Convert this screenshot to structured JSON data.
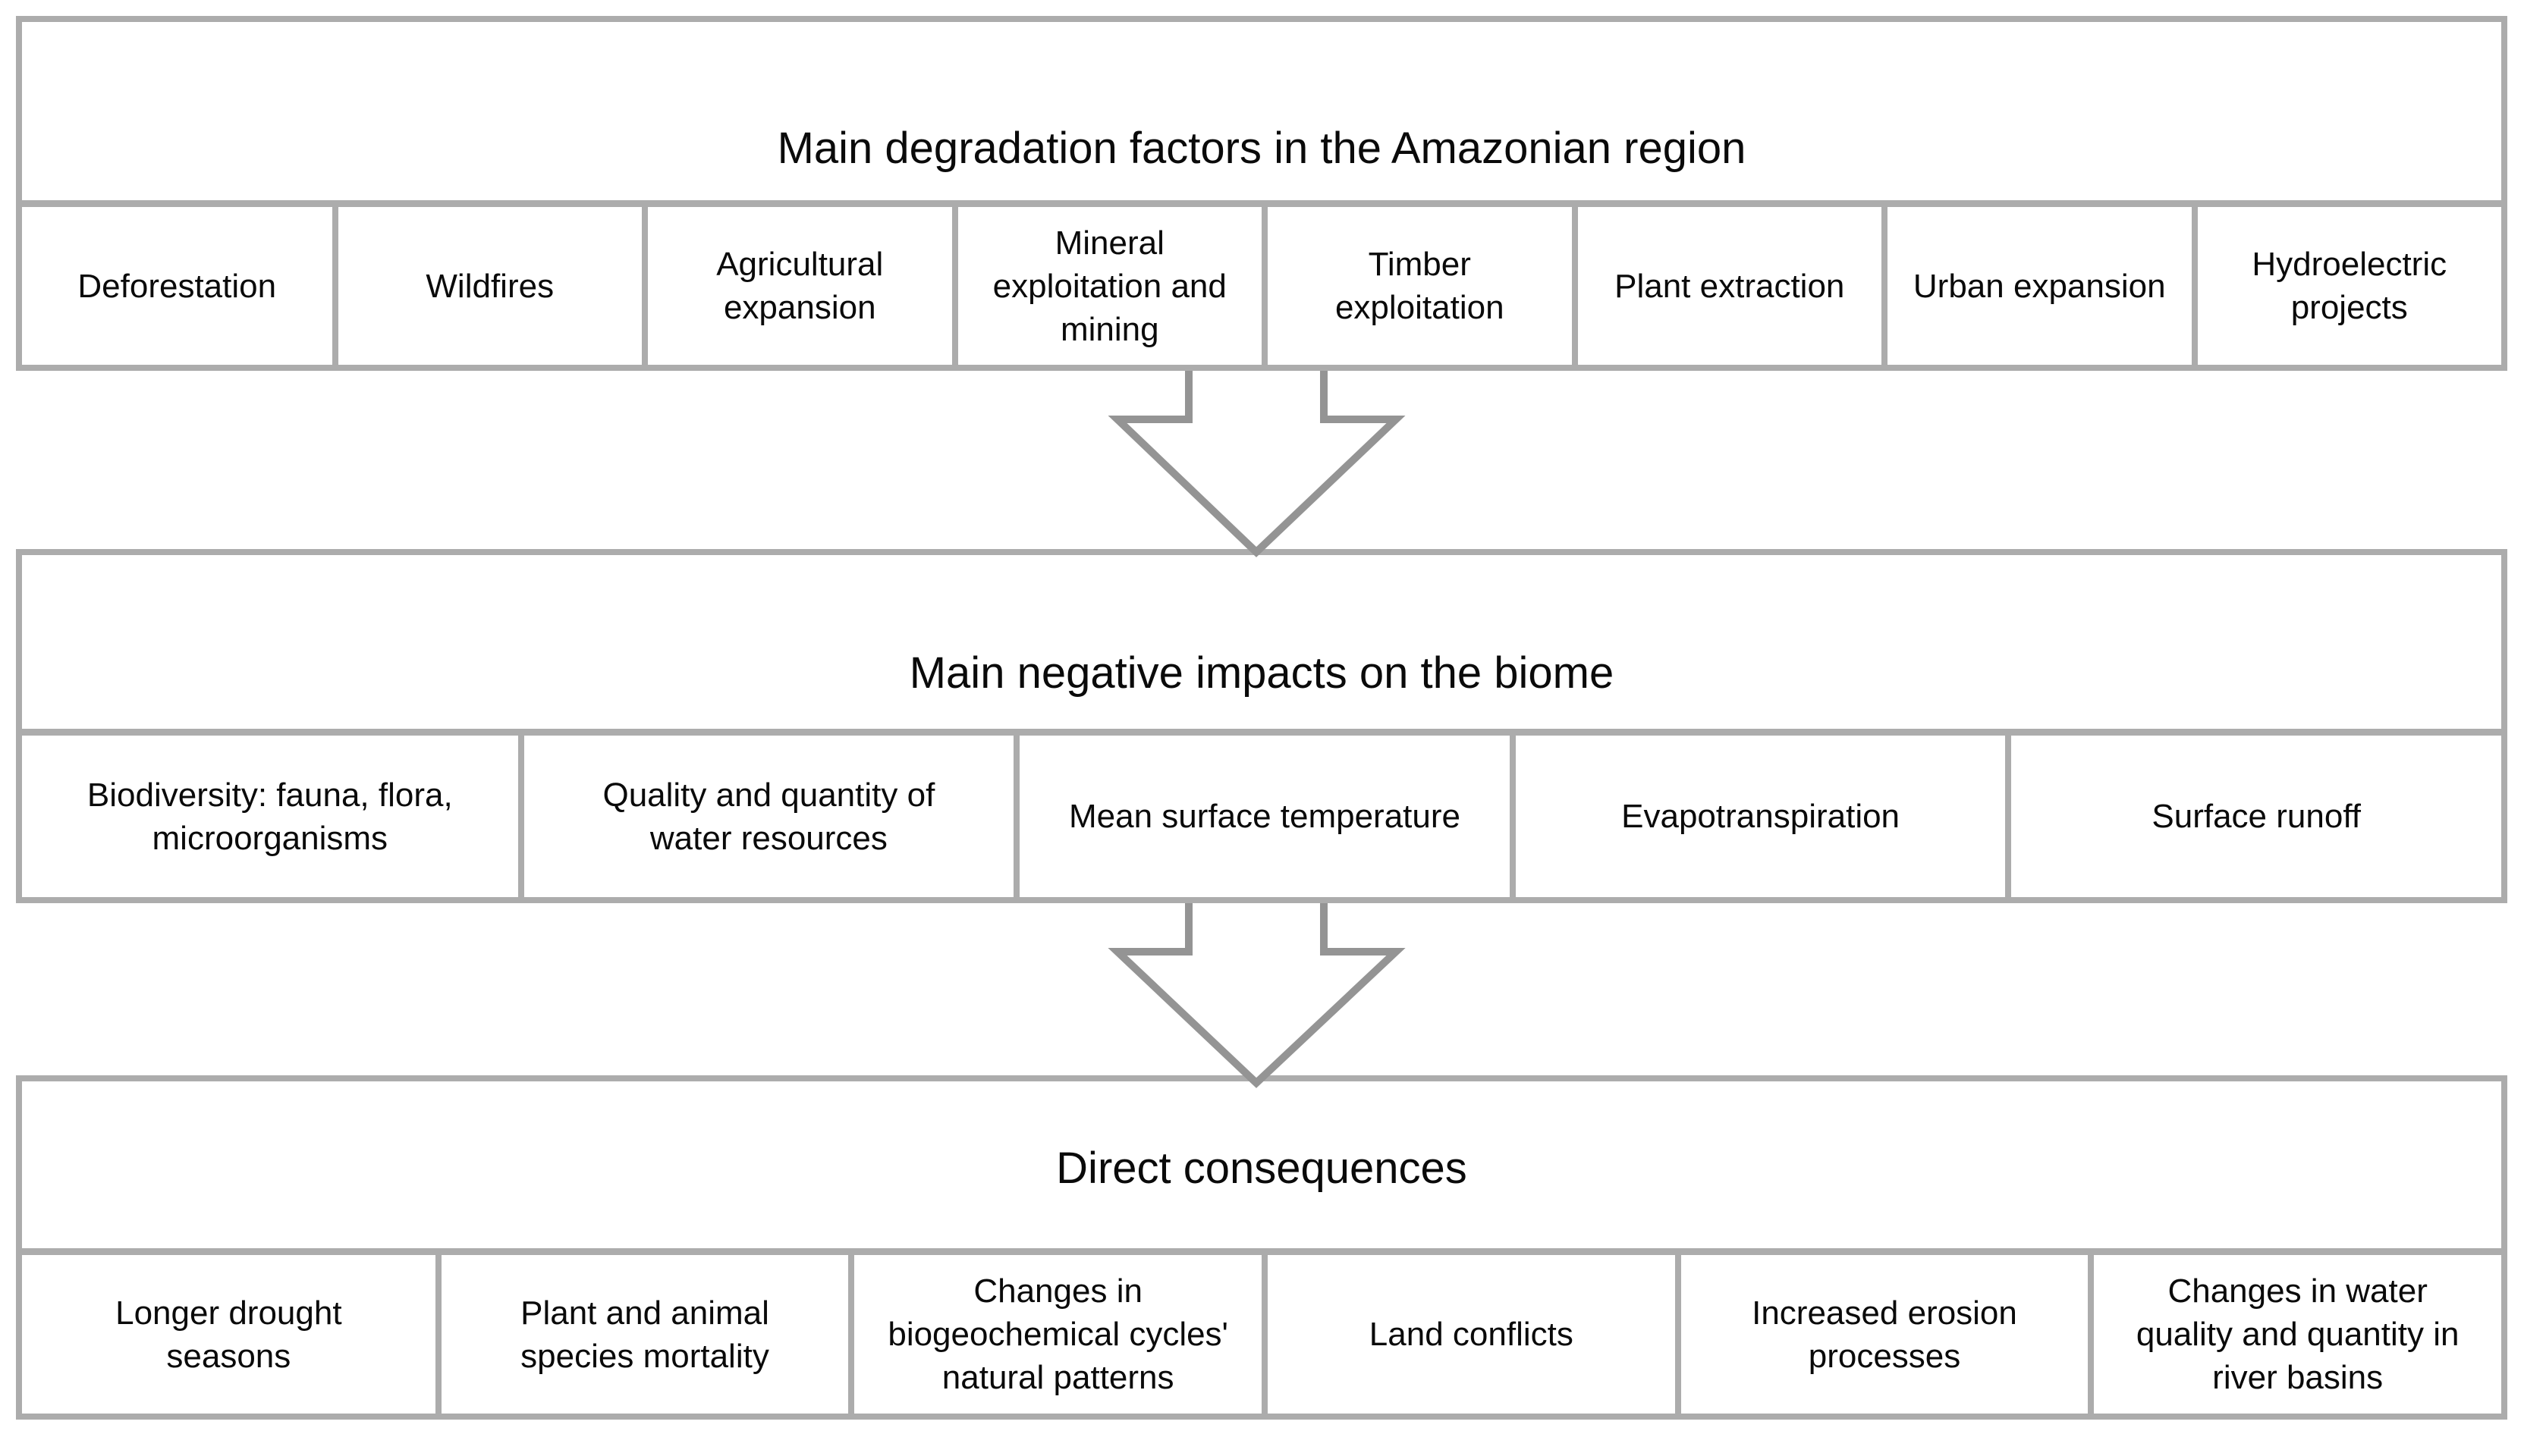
{
  "page": {
    "background": "#ffffff"
  },
  "style": {
    "border_color": "#ACACAC",
    "arrow_color": "#949494",
    "text_color": "#0a0a0a"
  },
  "sections": [
    {
      "title": "Main degradation factors in the Amazonian region",
      "cells": [
        "Deforestation",
        "Wildfires",
        "Agricultural\nexpansion",
        "Mineral\nexploitation and\nmining",
        "Timber\nexploitation",
        "Plant extraction",
        "Urban expansion",
        "Hydroelectric\nprojects"
      ]
    },
    {
      "title": "Main negative impacts on the biome",
      "cells": [
        "Biodiversity: fauna, flora,\nmicroorganisms",
        "Quality and quantity of\nwater resources",
        "Mean surface temperature",
        "Evapotranspiration",
        "Surface runoff"
      ]
    },
    {
      "title": "Direct consequences",
      "cells": [
        "Longer drought\nseasons",
        "Plant and animal\nspecies mortality",
        "Changes in\nbiogeochemical cycles'\nnatural patterns",
        "Land conflicts",
        "Increased erosion\nprocesses",
        "Changes in water\nquality and quantity in\nriver basins"
      ]
    }
  ]
}
